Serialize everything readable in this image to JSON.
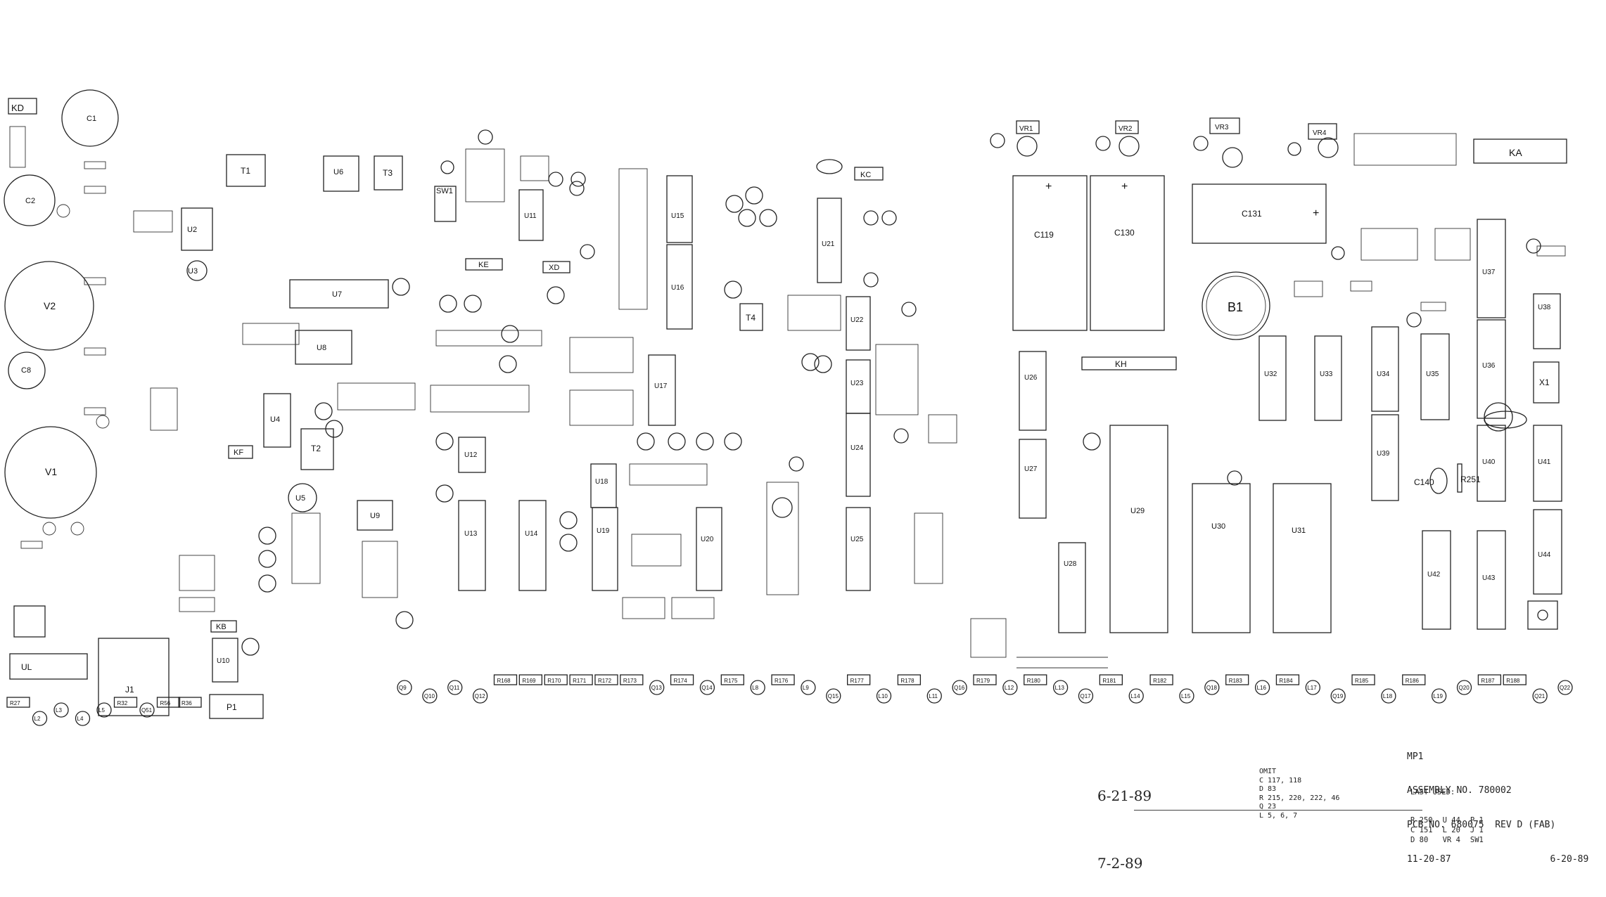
{
  "chips": [
    {
      "ref": "U2"
    },
    {
      "ref": "U3"
    },
    {
      "ref": "U4"
    },
    {
      "ref": "U5"
    },
    {
      "ref": "U6"
    },
    {
      "ref": "U7"
    },
    {
      "ref": "U8"
    },
    {
      "ref": "U9"
    },
    {
      "ref": "U10"
    },
    {
      "ref": "U11"
    },
    {
      "ref": "U12"
    },
    {
      "ref": "U13"
    },
    {
      "ref": "U14"
    },
    {
      "ref": "U15"
    },
    {
      "ref": "U16"
    },
    {
      "ref": "U17"
    },
    {
      "ref": "U18"
    },
    {
      "ref": "U19"
    },
    {
      "ref": "U20"
    },
    {
      "ref": "U21"
    },
    {
      "ref": "U22"
    },
    {
      "ref": "U23"
    },
    {
      "ref": "U24"
    },
    {
      "ref": "U25"
    },
    {
      "ref": "U26"
    },
    {
      "ref": "U27"
    },
    {
      "ref": "U28"
    },
    {
      "ref": "U29"
    },
    {
      "ref": "U30"
    },
    {
      "ref": "U31"
    },
    {
      "ref": "U32"
    },
    {
      "ref": "U33"
    },
    {
      "ref": "U34"
    },
    {
      "ref": "U35"
    },
    {
      "ref": "U36"
    },
    {
      "ref": "U37"
    },
    {
      "ref": "U38"
    },
    {
      "ref": "U39"
    },
    {
      "ref": "U40"
    },
    {
      "ref": "U41"
    },
    {
      "ref": "U42"
    },
    {
      "ref": "U43"
    },
    {
      "ref": "U44"
    },
    {
      "ref": "UL"
    }
  ],
  "big_parts": [
    {
      "ref": "C119"
    },
    {
      "ref": "C130"
    },
    {
      "ref": "C131"
    },
    {
      "ref": "B1"
    },
    {
      "ref": "KA"
    },
    {
      "ref": "KH"
    },
    {
      "ref": "KB"
    },
    {
      "ref": "KC"
    },
    {
      "ref": "KD"
    },
    {
      "ref": "KE"
    },
    {
      "ref": "KF"
    },
    {
      "ref": "XD"
    },
    {
      "ref": "VR1"
    },
    {
      "ref": "VR2"
    },
    {
      "ref": "VR3"
    },
    {
      "ref": "VR4"
    },
    {
      "ref": "V1"
    },
    {
      "ref": "V2"
    },
    {
      "ref": "C1"
    },
    {
      "ref": "C2"
    },
    {
      "ref": "C8"
    },
    {
      "ref": "T1"
    },
    {
      "ref": "T2"
    },
    {
      "ref": "T3"
    },
    {
      "ref": "T4"
    },
    {
      "ref": "SW1"
    },
    {
      "ref": "J1"
    },
    {
      "ref": "P1"
    },
    {
      "ref": "X1"
    },
    {
      "ref": "C140"
    },
    {
      "ref": "R251"
    }
  ],
  "row_parts": [
    "Q9",
    "Q10",
    "Q11",
    "Q12",
    "R168",
    "R169",
    "R170",
    "R171",
    "R172",
    "R173",
    "Q13",
    "R174",
    "Q14",
    "R175",
    "L8",
    "R176",
    "L9",
    "Q15",
    "R177",
    "L10",
    "R178",
    "L11",
    "Q16",
    "R179",
    "L12",
    "R180",
    "L13",
    "Q17",
    "R181",
    "L14",
    "R182",
    "L15",
    "Q18",
    "R183",
    "L16",
    "R184",
    "L17",
    "Q19",
    "R185",
    "L18",
    "R186",
    "L19",
    "Q20",
    "R187",
    "R188",
    "Q21",
    "Q22"
  ],
  "left_row": [
    "R27",
    "L2",
    "L3",
    "L4",
    "L5",
    "R32",
    "Q51",
    "R56",
    "R36"
  ],
  "hand_dates": [
    "6-21-89",
    "7-2-89"
  ],
  "omit_notes": "OMIT\nC 117, 118\nD 83\nR 215, 220, 222, 46\nQ 23\nL 5, 6, 7",
  "assembly": {
    "title": "MP1",
    "assembly_no": "ASSEMBLY NO. 780002",
    "pcb_no": "PCB NO. 680075  REV D (FAB)",
    "date_left": "11-20-87",
    "date_right": "6-20-89"
  },
  "last_used": {
    "heading": "LAST USED:",
    "rows": [
      [
        "R 250",
        "U 44",
        "P 1"
      ],
      [
        "C 151",
        "L 20",
        "J 1"
      ],
      [
        "D 80",
        "VR 4",
        "SW1"
      ]
    ]
  }
}
